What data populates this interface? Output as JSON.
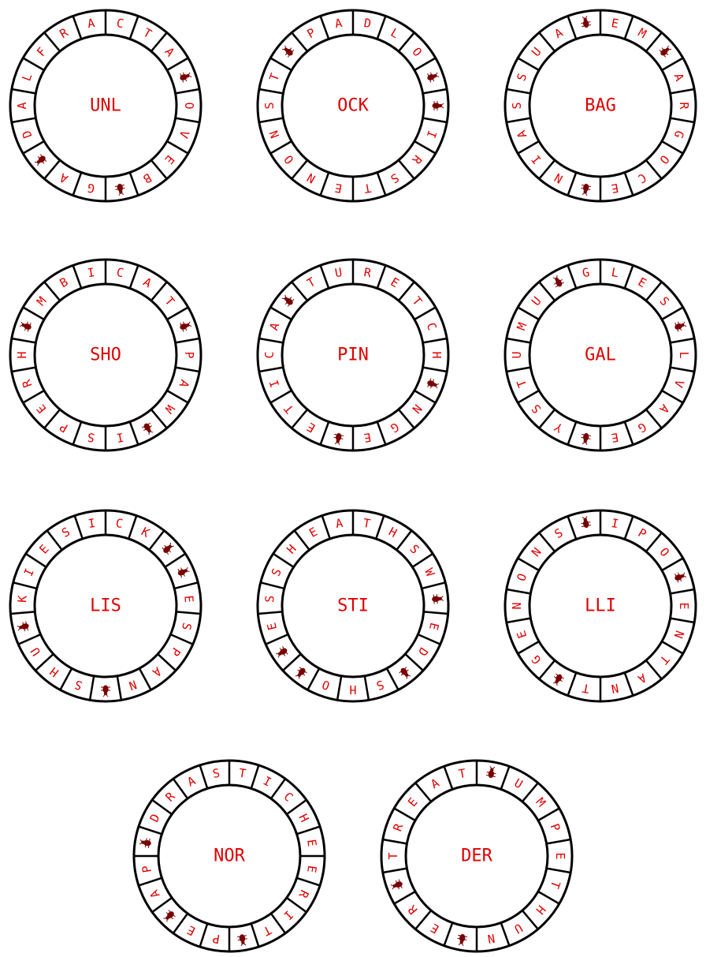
{
  "theme": {
    "ink": "#000000",
    "letter_color": "#e00000",
    "bug_color": "#7a0000"
  },
  "puzzles": [
    {
      "center": "UNL",
      "ring": [
        "C",
        "T",
        "A",
        "*",
        "O",
        "V",
        "E",
        "B",
        "*",
        "G",
        "A",
        "*",
        "D",
        "A",
        "L",
        "F",
        "R",
        "A"
      ]
    },
    {
      "center": "OCK",
      "ring": [
        "D",
        "L",
        "O",
        "*",
        "*",
        "I",
        "R",
        "S",
        "T",
        "E",
        "N",
        "O",
        "N",
        "S",
        "T",
        "*",
        "P",
        "A"
      ]
    },
    {
      "center": "BAG",
      "ring": [
        "E",
        "M",
        "*",
        "A",
        "R",
        "G",
        "O",
        "C",
        "E",
        "*",
        "N",
        "I",
        "A",
        "S",
        "S",
        "U",
        "A",
        "*"
      ]
    },
    {
      "center": "SHO",
      "ring": [
        "C",
        "A",
        "T",
        "*",
        "P",
        "A",
        "W",
        "*",
        "I",
        "S",
        "P",
        "E",
        "R",
        "H",
        "*",
        "M",
        "B",
        "I"
      ]
    },
    {
      "center": "PIN",
      "ring": [
        "R",
        "E",
        "T",
        "C",
        "H",
        "*",
        "N",
        "G",
        "E",
        "*",
        "E",
        "T",
        "I",
        "C",
        "A",
        "*",
        "T",
        "U"
      ]
    },
    {
      "center": "GAL",
      "ring": [
        "L",
        "E",
        "S",
        "*",
        "L",
        "V",
        "A",
        "G",
        "E",
        "*",
        "Y",
        "S",
        "T",
        "U",
        "M",
        "U",
        "*",
        "G"
      ]
    },
    {
      "center": "LIS",
      "ring": [
        "C",
        "K",
        "*",
        "*",
        "E",
        "S",
        "P",
        "A",
        "N",
        "*",
        "S",
        "H",
        "U",
        "*",
        "K",
        "I",
        "E",
        "S",
        "I"
      ]
    },
    {
      "center": "STI",
      "ring": [
        "T",
        "H",
        "S",
        "W",
        "*",
        "E",
        "D",
        "*",
        "S",
        "H",
        "O",
        "*",
        "*",
        "E",
        "S",
        "S",
        "H",
        "E",
        "A"
      ]
    },
    {
      "center": "LLI",
      "ring": [
        "I",
        "P",
        "O",
        "*",
        "E",
        "N",
        "T",
        "A",
        "N",
        "T",
        "*",
        "G",
        "E",
        "N",
        "O",
        "N",
        "S",
        "*"
      ]
    },
    {
      "center": "NOR",
      "ring": [
        "T",
        "I",
        "C",
        "H",
        "E",
        "E",
        "R",
        "I",
        "T",
        "*",
        "P",
        "E",
        "*",
        "A",
        "P",
        "*",
        "D",
        "R",
        "A",
        "S"
      ]
    },
    {
      "center": "DER",
      "ring": [
        "*",
        "U",
        "M",
        "P",
        "E",
        "T",
        "H",
        "U",
        "N",
        "*",
        "E",
        "R",
        "*",
        "T",
        "R",
        "E",
        "A",
        "T"
      ]
    }
  ]
}
